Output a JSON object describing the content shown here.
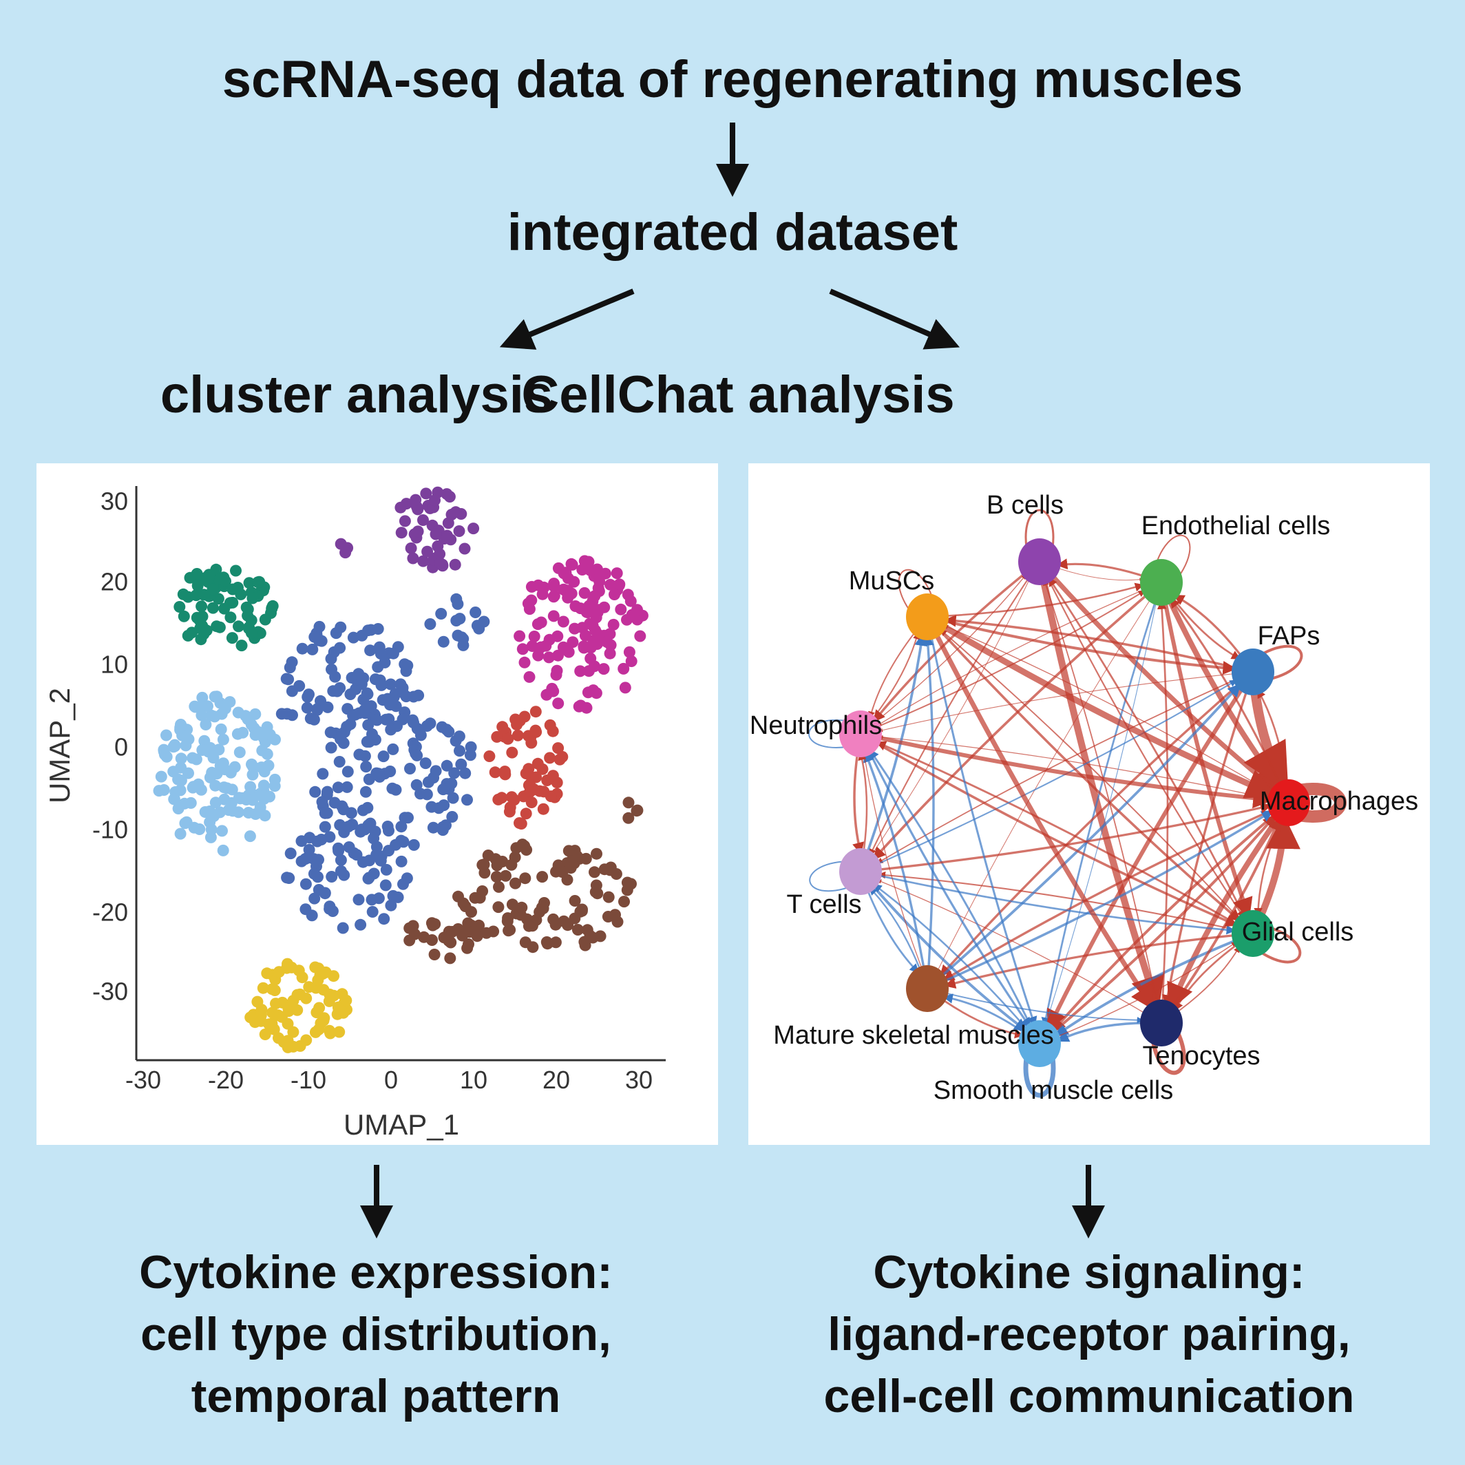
{
  "top_title": "scRNA-seq data of regenerating muscles",
  "middle_title": "integrated dataset",
  "left_branch": "cluster analysis",
  "right_branch": "CellChat analysis",
  "umap": {
    "xlabel": "UMAP_1",
    "ylabel": "UMAP_2",
    "x_ticks": [
      "-30",
      "-20",
      "-10",
      "0",
      "10",
      "20",
      "30"
    ],
    "y_ticks": [
      "30",
      "20",
      "10",
      "0",
      "-10",
      "-20",
      "-30"
    ],
    "clusters": [
      {
        "color": "#178a6e"
      },
      {
        "color": "#7b3f9c"
      },
      {
        "color": "#c2309a"
      },
      {
        "color": "#8cc1ea"
      },
      {
        "color": "#4a6bb4"
      },
      {
        "color": "#c9473f"
      },
      {
        "color": "#7b4a3a"
      },
      {
        "color": "#e8c22d"
      }
    ]
  },
  "network": {
    "nodes": [
      {
        "label": "B cells",
        "color": "#8e44ad"
      },
      {
        "label": "Endothelial cells",
        "color": "#4caf50"
      },
      {
        "label": "FAPs",
        "color": "#3a7bbf"
      },
      {
        "label": "Macrophages",
        "color": "#e41a1c"
      },
      {
        "label": "Glial cells",
        "color": "#1b9e6b"
      },
      {
        "label": "Tenocytes",
        "color": "#1f2a6b"
      },
      {
        "label": "Smooth muscle cells",
        "color": "#5dade2"
      },
      {
        "label": "Mature skeletal muscles",
        "color": "#a0522d"
      },
      {
        "label": "T cells",
        "color": "#c39bd3"
      },
      {
        "label": "Neutrophils",
        "color": "#f080c0"
      },
      {
        "label": "MuSCs",
        "color": "#f39c1a"
      }
    ],
    "edge_colors": {
      "red": "#c0392b",
      "blue": "#3b78c4"
    }
  },
  "left_outcome": [
    "Cytokine expression:",
    "cell type distribution,",
    "temporal pattern"
  ],
  "right_outcome": [
    "Cytokine signaling:",
    "ligand-receptor pairing,",
    "cell-cell communication"
  ]
}
